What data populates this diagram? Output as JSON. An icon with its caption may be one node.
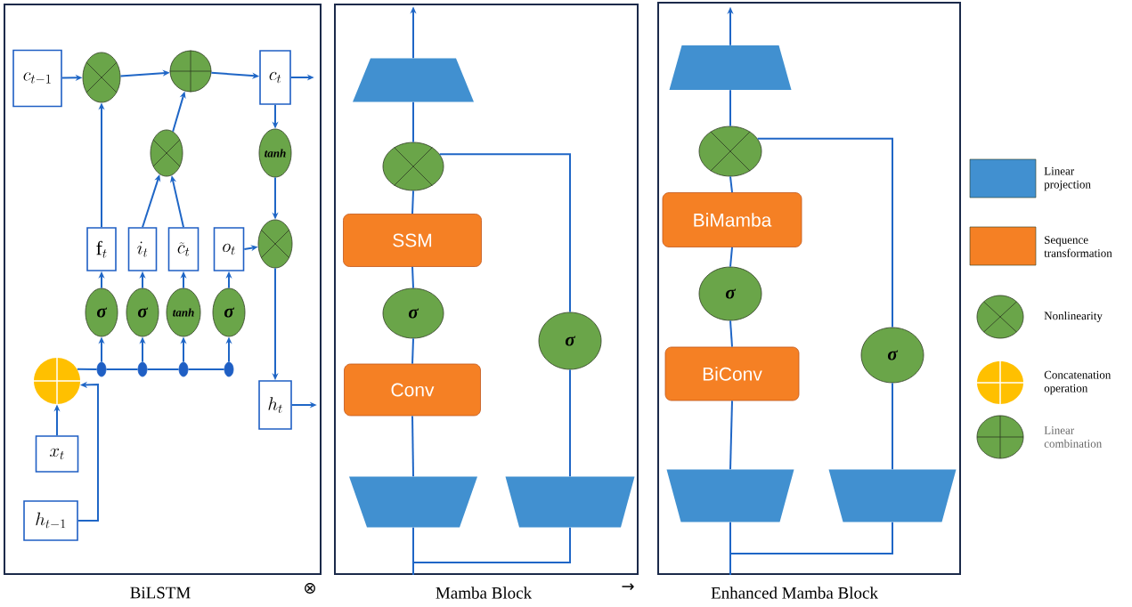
{
  "diagram": {
    "nodes": [
      {
        "text": [
          "BiLSTM"
        ]
      },
      {
        "text": [
          "Mamba Block"
        ]
      },
      {
        "text": [
          "Enhanced Mamba Block"
        ]
      },
      {
        "text": [
          "c_{t-1}"
        ],
        "in": 0
      },
      {
        "text": [],
        "shape": "circle",
        "in": 0
      },
      {
        "text": [],
        "shape": "circle",
        "in": 0
      },
      {
        "text": [
          "c_t"
        ],
        "in": 0
      },
      {
        "text": [],
        "shape": "circle",
        "in": 0
      },
      {
        "text": [
          "tanh"
        ],
        "in": 0
      },
      {
        "text": [
          "\\mathrm{f}_t"
        ],
        "in": 0
      },
      {
        "text": [
          "i_t"
        ],
        "in": 0
      },
      {
        "text": [
          "\\widetilde{c}_t"
        ],
        "in": 0
      },
      {
        "text": [
          "o_t"
        ],
        "in": 0
      },
      {
        "text": [],
        "shape": "circle",
        "in": 0
      },
      {
        "text": [
          "σ"
        ],
        "in": 0
      },
      {
        "text": [
          "σ"
        ],
        "in": 0
      },
      {
        "text": [
          "tanh"
        ],
        "in": 0
      },
      {
        "text": [
          "σ"
        ],
        "in": 0
      },
      {
        "text": [],
        "shape": "circle",
        "in": 0
      },
      {
        "text": [],
        "shape": "circle",
        "in": 0
      },
      {
        "text": [],
        "shape": "circle",
        "in": 0
      },
      {
        "text": [],
        "shape": "circle",
        "in": 0
      },
      {
        "text": [],
        "shape": "circle",
        "in": 0
      },
      {
        "text": [
          "h_t"
        ],
        "in": 0
      },
      {
        "text": [
          "x_t"
        ],
        "in": 0
      },
      {
        "text": [
          "h_{t-1}"
        ],
        "in": 0
      },
      {
        "text": [],
        "shape": "trapezoid",
        "in": 1
      },
      {
        "text": [],
        "shape": "circle",
        "in": 1
      },
      {
        "text": [
          "SSM"
        ],
        "in": 1
      },
      {
        "text": [
          "σ"
        ],
        "in": 1
      },
      {
        "text": [
          "σ"
        ],
        "in": 1
      },
      {
        "text": [
          "Conv"
        ],
        "in": 1
      },
      {
        "text": [],
        "shape": "trapezoid",
        "in": 1
      },
      {
        "text": [],
        "shape": "trapezoid",
        "in": 1
      },
      {
        "text": [],
        "shape": "trapezoid",
        "in": 2
      },
      {
        "text": [],
        "shape": "circle",
        "in": 2
      },
      {
        "text": [
          "BiMamba"
        ],
        "in": 2
      },
      {
        "text": [
          "σ"
        ],
        "in": 2
      },
      {
        "text": [
          "σ"
        ],
        "in": 2
      },
      {
        "text": [
          "BiConv"
        ],
        "in": 2
      },
      {
        "text": [],
        "shape": "trapezoid",
        "in": 2
      },
      {
        "text": [],
        "shape": "trapezoid",
        "in": 2
      }
    ],
    "edges": [
      {
        "from": 3,
        "to": 4,
        "arrow": "to"
      },
      {
        "from": 4,
        "to": 5,
        "arrow": "to"
      },
      {
        "from": 5,
        "to": 6,
        "arrow": "to"
      },
      {
        "from": 6,
        "to": null,
        "arrow": "to"
      },
      {
        "from": 6,
        "to": 8,
        "arrow": "to"
      },
      {
        "from": 8,
        "to": 13,
        "arrow": "to"
      },
      {
        "from": 13,
        "to": 23,
        "arrow": "to"
      },
      {
        "from": 23,
        "to": null,
        "arrow": "to"
      },
      {
        "from": 12,
        "to": 13,
        "arrow": "to"
      },
      {
        "from": 9,
        "to": 4,
        "arrow": "to"
      },
      {
        "from": 10,
        "to": 7,
        "arrow": "to"
      },
      {
        "from": 11,
        "to": 7,
        "arrow": "to"
      },
      {
        "from": 7,
        "to": 5,
        "arrow": "to"
      },
      {
        "from": 14,
        "to": 9,
        "arrow": "to"
      },
      {
        "from": 15,
        "to": 10,
        "arrow": "to"
      },
      {
        "from": 16,
        "to": 11,
        "arrow": "to"
      },
      {
        "from": 17,
        "to": 12,
        "arrow": "to"
      },
      {
        "from": 18,
        "to": 14,
        "arrow": "to"
      },
      {
        "from": 19,
        "to": 15,
        "arrow": "to"
      },
      {
        "from": 20,
        "to": 16,
        "arrow": "to"
      },
      {
        "from": 21,
        "to": 17,
        "arrow": "to"
      },
      {
        "from": 22,
        "to": 18,
        "arrow": "none"
      },
      {
        "from": 18,
        "to": 19,
        "arrow": "none"
      },
      {
        "from": 19,
        "to": 20,
        "arrow": "none"
      },
      {
        "from": 20,
        "to": 21,
        "arrow": "none"
      },
      {
        "from": 24,
        "to": 22,
        "arrow": "to"
      },
      {
        "from": 25,
        "to": 22,
        "arrow": "to"
      },
      {
        "from": null,
        "to": 32,
        "arrow": "none"
      },
      {
        "from": null,
        "to": 33,
        "arrow": "none"
      },
      {
        "from": 32,
        "to": 31,
        "arrow": "none"
      },
      {
        "from": 31,
        "to": 29,
        "arrow": "none"
      },
      {
        "from": 29,
        "to": 28,
        "arrow": "none"
      },
      {
        "from": 28,
        "to": 27,
        "arrow": "none"
      },
      {
        "from": 27,
        "to": 26,
        "arrow": "none"
      },
      {
        "from": 26,
        "to": null,
        "arrow": "to"
      },
      {
        "from": 33,
        "to": 30,
        "arrow": "none"
      },
      {
        "from": 30,
        "to": 27,
        "arrow": "none"
      },
      {
        "from": null,
        "to": 40,
        "arrow": "none"
      },
      {
        "from": null,
        "to": 41,
        "arrow": "none"
      },
      {
        "from": 40,
        "to": 39,
        "arrow": "none"
      },
      {
        "from": 39,
        "to": 37,
        "arrow": "none"
      },
      {
        "from": 37,
        "to": 36,
        "arrow": "none"
      },
      {
        "from": 36,
        "to": 35,
        "arrow": "none"
      },
      {
        "from": 35,
        "to": 34,
        "arrow": "none"
      },
      {
        "from": 34,
        "to": null,
        "arrow": "to"
      },
      {
        "from": 41,
        "to": 38,
        "arrow": "none"
      },
      {
        "from": 38,
        "to": 35,
        "arrow": "none"
      }
    ],
    "labels": [
      "⊗",
      "→"
    ],
    "legend": [
      {
        "text": "Linear projection",
        "color": "#4190d0"
      },
      {
        "text": "Sequence transformation",
        "color": "#f58024"
      },
      {
        "text": "Nonlinearity"
      },
      {
        "text": "Concatenation operation"
      },
      {
        "text": "Linear combination"
      }
    ]
  }
}
